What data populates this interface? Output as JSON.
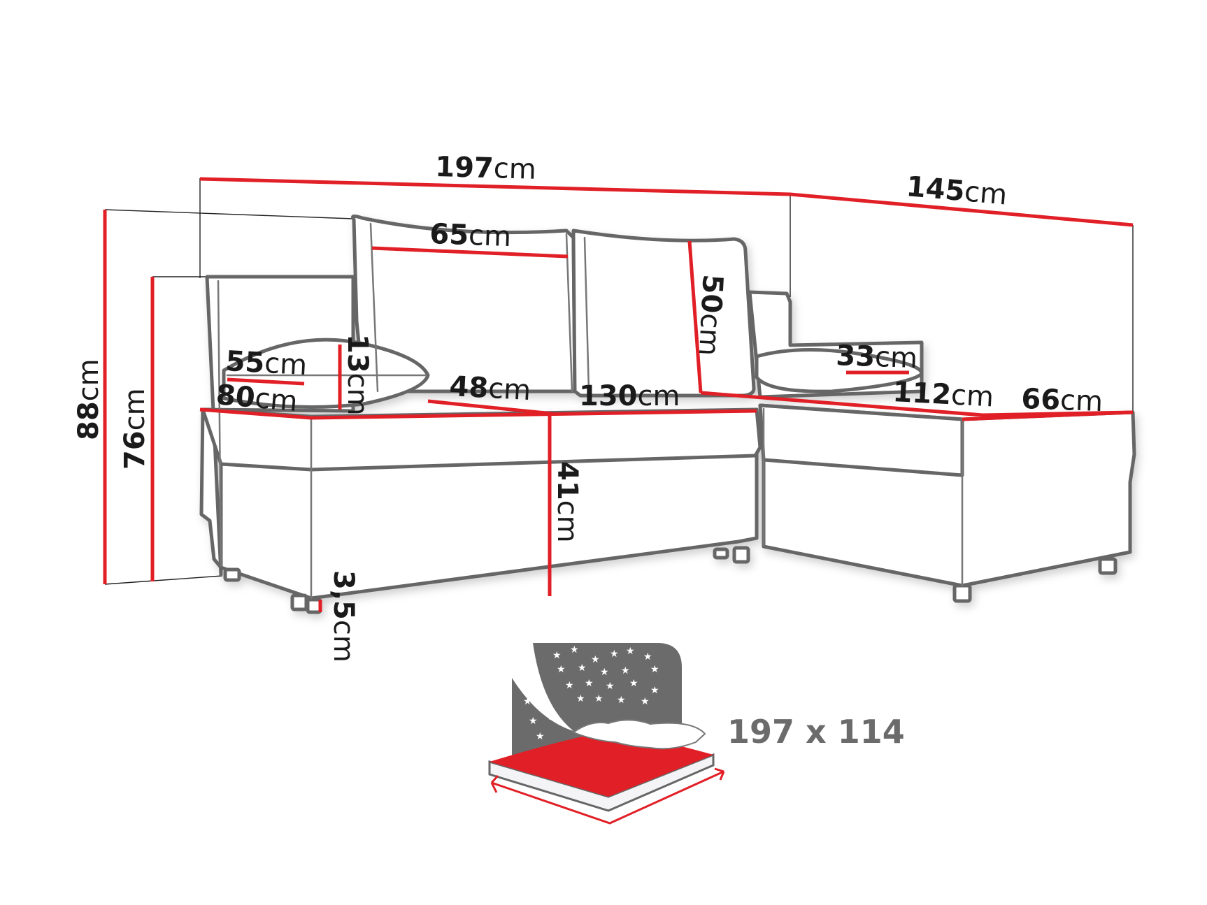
{
  "diagram": {
    "title": "Corner sofa dimensions",
    "unit": "cm",
    "colors": {
      "dimension_line": "#e11f26",
      "outline": "#666666",
      "text": "#1a1a1a",
      "bed_icon_grey": "#6b6b6b",
      "bed_icon_red": "#e11f26"
    },
    "dimensions": {
      "total_width": {
        "value": "197",
        "unit": "cm"
      },
      "chaise_length": {
        "value": "145",
        "unit": "cm"
      },
      "back_cushion_width": {
        "value": "65",
        "unit": "cm"
      },
      "back_cushion_height": {
        "value": "50",
        "unit": "cm"
      },
      "pillow_width": {
        "value": "55",
        "unit": "cm"
      },
      "pillow_height": {
        "value": "13",
        "unit": "cm"
      },
      "depth": {
        "value": "80",
        "unit": "cm"
      },
      "seat_depth": {
        "value": "48",
        "unit": "cm"
      },
      "seat_width": {
        "value": "130",
        "unit": "cm"
      },
      "small_pillow": {
        "value": "33",
        "unit": "cm"
      },
      "chaise_seat_length": {
        "value": "112",
        "unit": "cm"
      },
      "chaise_width": {
        "value": "66",
        "unit": "cm"
      },
      "total_height": {
        "value": "88",
        "unit": "cm"
      },
      "armrest_height": {
        "value": "76",
        "unit": "cm"
      },
      "seat_height": {
        "value": "41",
        "unit": "cm"
      },
      "leg_height": {
        "value": "3,5",
        "unit": "cm"
      }
    },
    "sleeping_area": {
      "icon": "bed-with-night-sky-icon",
      "label": "197 x 114"
    }
  }
}
